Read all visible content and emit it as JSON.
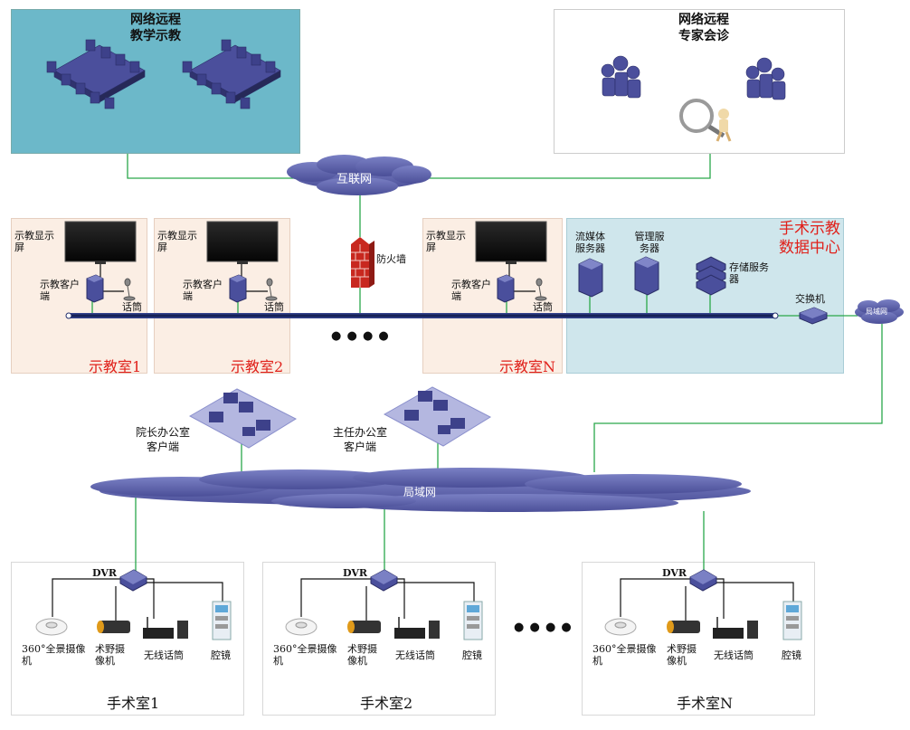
{
  "top": {
    "remote_teaching": {
      "line1": "网络远程",
      "line2": "教学示教"
    },
    "remote_consult": {
      "line1": "网络远程",
      "line2": "专家会诊"
    },
    "internet": "互联网",
    "firewall": "防火墙"
  },
  "classrooms": [
    {
      "display": "示教显示屏",
      "client": "示教客户端",
      "mic": "话筒",
      "name": "示教室1"
    },
    {
      "display": "示教显示屏",
      "client": "示教客户端",
      "mic": "话筒",
      "name": "示教室2"
    },
    {
      "display": "示教显示屏",
      "client": "示教客户端",
      "mic": "话筒",
      "name": "示教室N"
    }
  ],
  "ellipsis": "● ● ● ●",
  "datacenter": {
    "title_line1": "手术示教",
    "title_line2": "数据中心",
    "stream_server": "流媒体服务器",
    "mgmt_server": "管理服务器",
    "storage_server": "存储服务器",
    "switch": "交换机",
    "lan_small": "局域网"
  },
  "offices": {
    "dean": {
      "line1": "院长办公室",
      "line2": "客户端"
    },
    "director": {
      "line1": "主任办公室",
      "line2": "客户端"
    }
  },
  "lan": "局域网",
  "operating_rooms": [
    {
      "dvr": "DVR",
      "cam360": "360°全景摄像机",
      "fieldcam": "术野摄像机",
      "wmic": "无线话筒",
      "scope": "腔镜",
      "name": "手术室1"
    },
    {
      "dvr": "DVR",
      "cam360": "360°全景摄像机",
      "fieldcam": "术野摄像机",
      "wmic": "无线话筒",
      "scope": "腔镜",
      "name": "手术室2"
    },
    {
      "dvr": "DVR",
      "cam360": "360°全景摄像机",
      "fieldcam": "术野摄像机",
      "wmic": "无线话筒",
      "scope": "腔镜",
      "name": "手术室N"
    }
  ],
  "colors": {
    "link": "#2aa84a",
    "bus": "#1f2c6b",
    "cloud": "#5a5fa8",
    "device": "#4a4f9c",
    "red_text": "#e0201a"
  }
}
